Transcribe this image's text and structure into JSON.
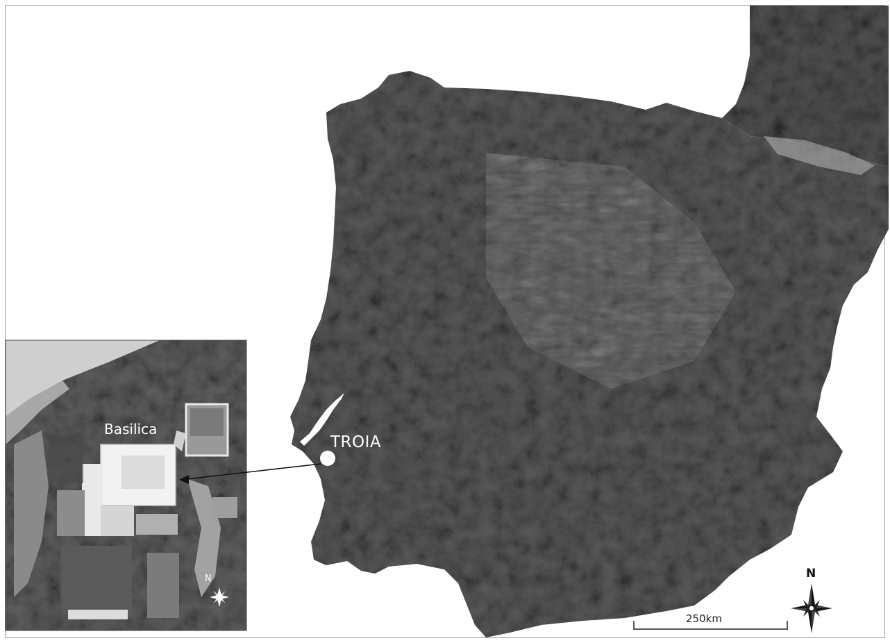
{
  "labels": {
    "site": "TROIA",
    "inset_building": "Basilica",
    "inset_north": "N",
    "scale_bar": "250km",
    "compass_north": "N"
  },
  "map": {
    "region_depicted": "Iberian Peninsula satellite image (grayscale)",
    "inset_depicted": "aerial view of Troia excavation site"
  },
  "colors": {
    "sea": "#ffffff",
    "land": "#555555",
    "land_dark": "#3c3c3c",
    "label_text": "#ffffff",
    "scale_text": "#222222"
  },
  "icons": {
    "site_marker": "white-circle-marker",
    "compass": "compass-rose-icon",
    "inset_compass": "star-north-icon"
  }
}
